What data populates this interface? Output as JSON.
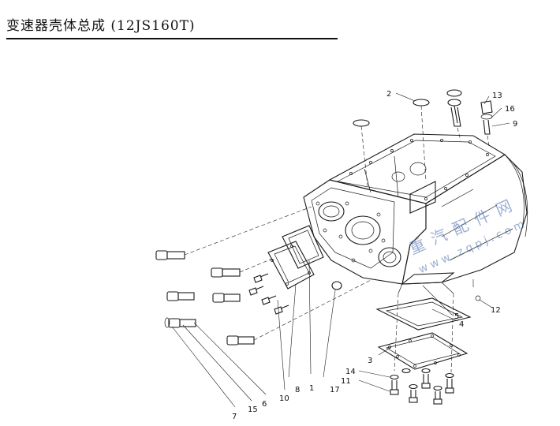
{
  "title": "变速器壳体总成 (12JS160T)",
  "watermark": {
    "line1": "重汽配件网",
    "line2": "www.zqpj.com"
  },
  "callouts": {
    "c1": "1",
    "c2": "2",
    "c3": "3",
    "c4": "4",
    "c5": "5",
    "c6": "6",
    "c7": "7",
    "c8": "8",
    "c9": "9",
    "c10": "10",
    "c11": "11",
    "c12": "12",
    "c13": "13",
    "c14": "14",
    "c15": "15",
    "c16": "16",
    "c17": "17"
  }
}
